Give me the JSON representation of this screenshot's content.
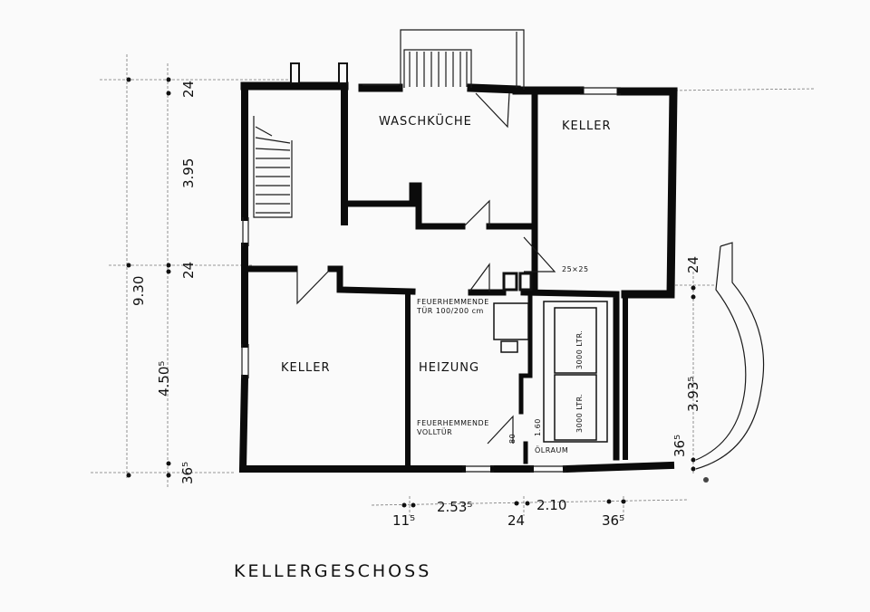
{
  "plan": {
    "title": "KELLERGESCHOSS",
    "rooms": {
      "waschkueche": "WASCHKÜCHE",
      "keller_ne": "KELLER",
      "keller_sw": "KELLER",
      "heizung": "HEIZUNG",
      "oelraum": "ÖLRAUM"
    },
    "notes": {
      "chimney": "25×25",
      "fire_door_top_1": "FEUERHEMMENDE",
      "fire_door_top_2": "TÜR 100/200 cm",
      "fire_door_bottom_1": "FEUERHEMMENDE",
      "fire_door_bottom_2": "VOLLTÜR",
      "tank_1": "3000 LTR.",
      "tank_2": "3000 LTR.",
      "door_small": "1.60",
      "door_small_2": "80"
    },
    "dimensions": {
      "left_total": "9.30",
      "left_top": "24",
      "left_upper": "3.95",
      "left_mid": "24",
      "left_lower": "4.50⁵",
      "left_bottom": "36⁵",
      "bottom_1": "11⁵",
      "bottom_2": "2.53⁵",
      "bottom_3": "24",
      "bottom_4": "2.10",
      "bottom_5": "36⁵",
      "right_top": "24",
      "right_mid": "3.93⁵",
      "right_bottom": "36⁵"
    }
  }
}
